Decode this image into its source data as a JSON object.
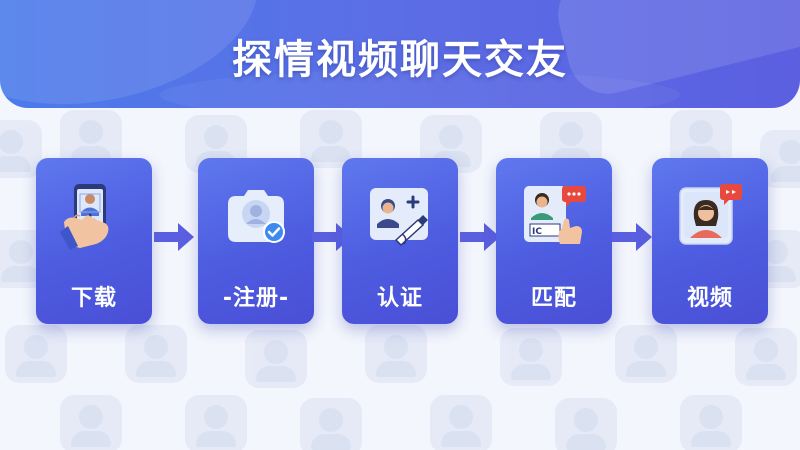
{
  "title": "探情视频聊天交友",
  "steps": [
    {
      "label": "下载",
      "icon": "phone-download-icon"
    },
    {
      "label": "-注册-",
      "icon": "user-register-check-icon"
    },
    {
      "label": "认证",
      "icon": "id-card-verify-icon"
    },
    {
      "label": "匹配",
      "icon": "profile-match-chat-icon"
    },
    {
      "label": "视频",
      "icon": "video-call-icon"
    }
  ],
  "colors": {
    "banner": "#5b6fe6",
    "card": "#5164e2",
    "arrow": "#5a5fe0",
    "background": "#f3f6fc"
  }
}
